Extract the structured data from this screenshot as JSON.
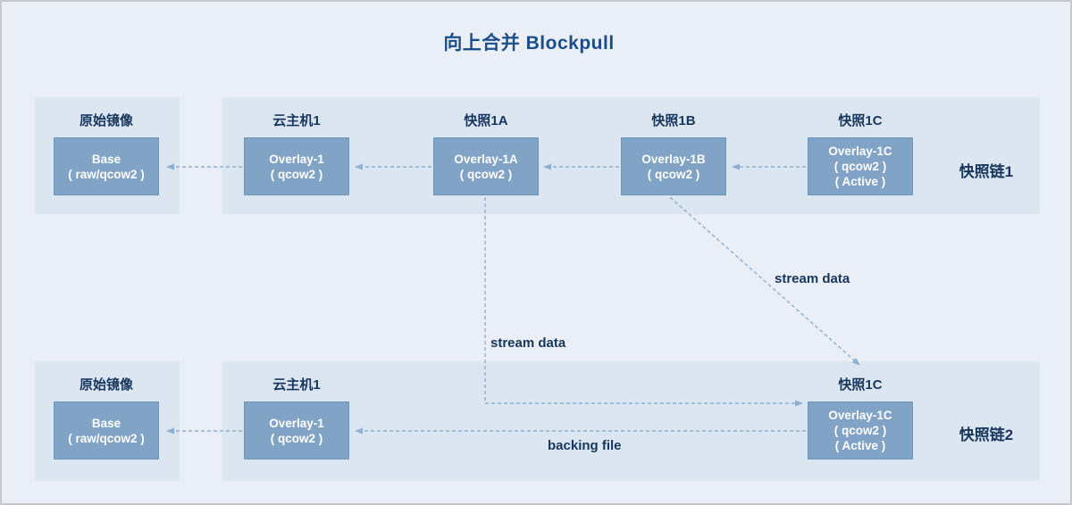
{
  "title": "向上合并 Blockpull",
  "colors": {
    "background": "#e9eef7",
    "panel": "#dce6f1",
    "box_fill": "#81a3c5",
    "box_border": "#6e95bb",
    "label_text": "#17365d",
    "title_text": "#1a4e8a",
    "arrow": "#8aafd2"
  },
  "chain1": {
    "label": "快照链1",
    "nodes": [
      {
        "header": "原始镜像",
        "line1": "Base",
        "line2": "( raw/qcow2 )",
        "line3": ""
      },
      {
        "header": "云主机1",
        "line1": "Overlay-1",
        "line2": "( qcow2 )",
        "line3": ""
      },
      {
        "header": "快照1A",
        "line1": "Overlay-1A",
        "line2": "( qcow2 )",
        "line3": ""
      },
      {
        "header": "快照1B",
        "line1": "Overlay-1B",
        "line2": "( qcow2 )",
        "line3": ""
      },
      {
        "header": "快照1C",
        "line1": "Overlay-1C",
        "line2": "( qcow2 )",
        "line3": "( Active )"
      }
    ]
  },
  "chain2": {
    "label": "快照链2",
    "nodes": [
      {
        "header": "原始镜像",
        "line1": "Base",
        "line2": "( raw/qcow2 )",
        "line3": ""
      },
      {
        "header": "云主机1",
        "line1": "Overlay-1",
        "line2": "( qcow2 )",
        "line3": ""
      },
      {
        "header": "快照1C",
        "line1": "Overlay-1C",
        "line2": "( qcow2 )",
        "line3": "( Active )"
      }
    ]
  },
  "edge_labels": {
    "stream_left": "stream data",
    "stream_right": "stream data",
    "backing_file": "backing file"
  }
}
